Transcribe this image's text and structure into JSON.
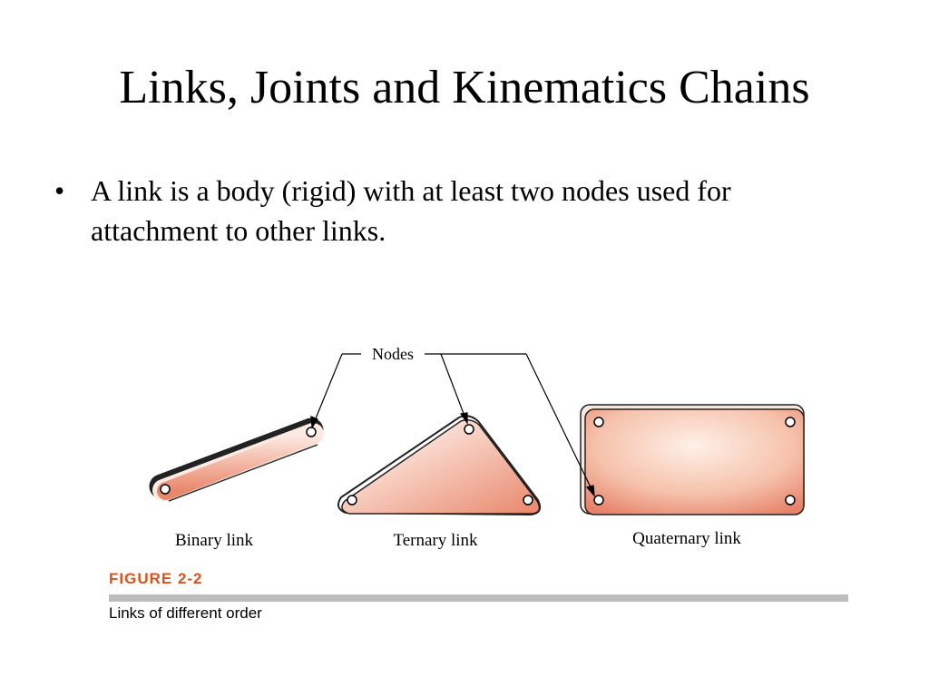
{
  "slide": {
    "title": "Links, Joints and Kinematics Chains",
    "bullets": [
      {
        "marker": "•",
        "text": "A link is a body (rigid) with at least two nodes used for attachment to other links."
      }
    ]
  },
  "figure": {
    "callout": "Nodes",
    "links": [
      {
        "label": "Binary link",
        "nodes": 2
      },
      {
        "label": "Ternary link",
        "nodes": 3
      },
      {
        "label": "Quaternary link",
        "nodes": 4
      }
    ],
    "caption_label": "FIGURE 2-2",
    "caption_text": "Links of different order",
    "colors": {
      "caption_label": "#d9531e",
      "caption_rule": "#bdbdbd",
      "link_fill_dark": "#e9876b",
      "link_fill_light": "#fdebe3"
    }
  }
}
